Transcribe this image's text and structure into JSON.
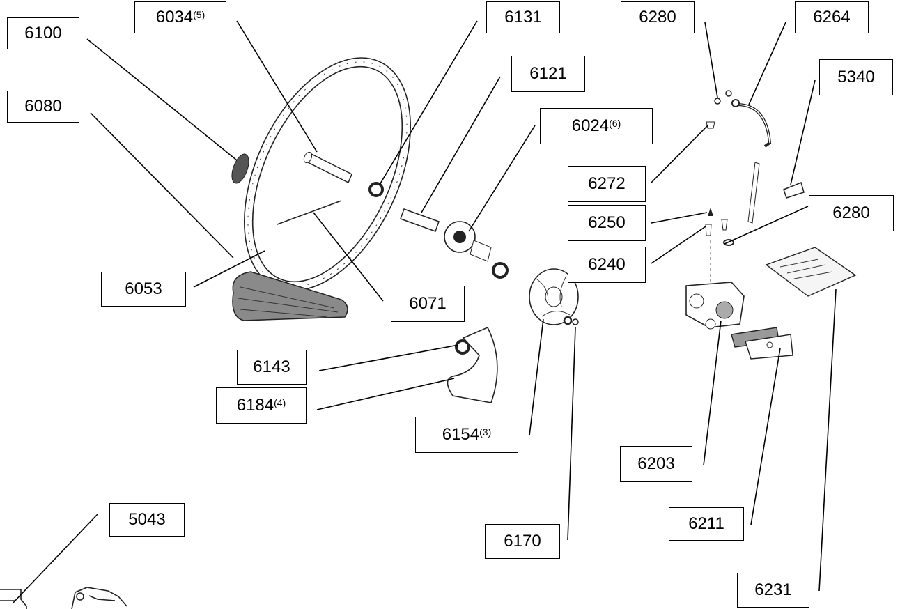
{
  "labels": {
    "l6100": "6100",
    "l6034": "6034",
    "l6034_note": "(5)",
    "l6131": "6131",
    "l6280_top": "6280",
    "l6264": "6264",
    "l6080": "6080",
    "l6121": "6121",
    "l5340": "5340",
    "l6024": "6024",
    "l6024_note": "(6)",
    "l6272": "6272",
    "l6250": "6250",
    "l6280_mid": "6280",
    "l6240": "6240",
    "l6053": "6053",
    "l6071": "6071",
    "l6143": "6143",
    "l6184": "6184",
    "l6184_note": "(4)",
    "l6154": "6154",
    "l6154_note": "(3)",
    "l6203": "6203",
    "l5043": "5043",
    "l6211": "6211",
    "l6170": "6170",
    "l6231": "6231"
  }
}
